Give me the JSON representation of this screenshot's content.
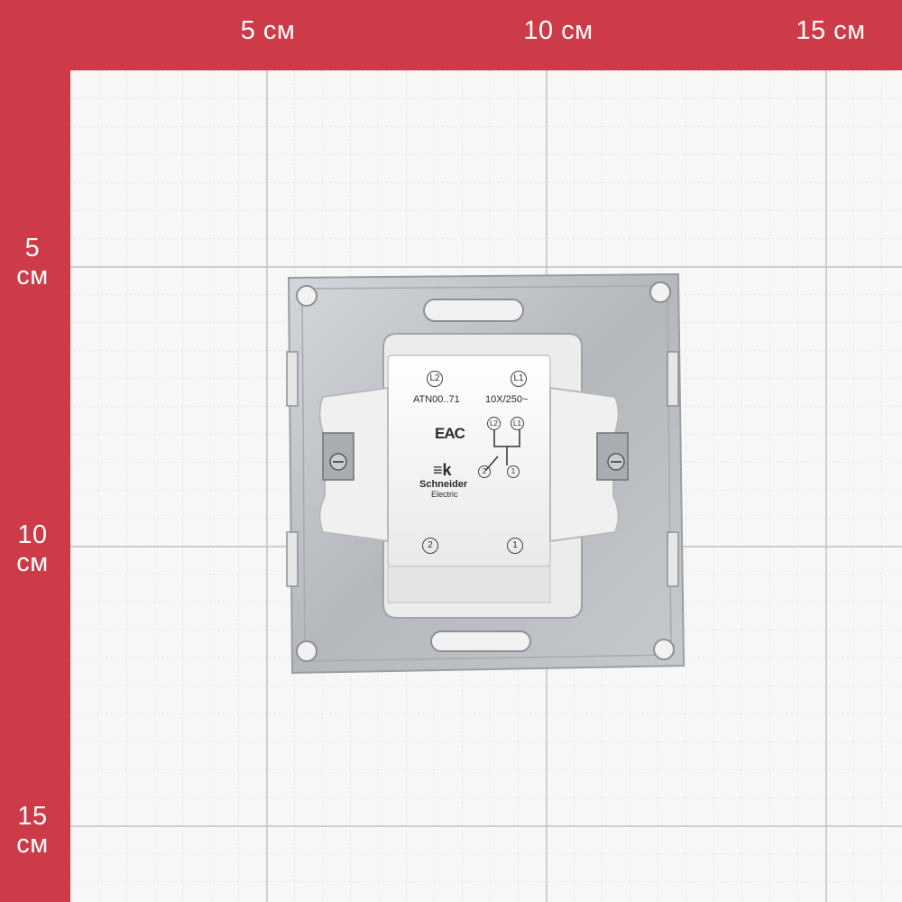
{
  "ruler": {
    "top_labels": [
      "5 см",
      "10 см",
      "15 см"
    ],
    "left_labels": [
      {
        "number": "5",
        "unit": "см"
      },
      {
        "number": "10",
        "unit": "см"
      },
      {
        "number": "15",
        "unit": "см"
      }
    ]
  },
  "product": {
    "model": "ATN00..71",
    "rating": "10X/250~",
    "certification_mark": "EAC",
    "brand": "Schneider",
    "brand_sub": "Electric",
    "terminals": {
      "top_left": "L2",
      "top_right": "L1",
      "bottom_left": "2",
      "bottom_right": "1"
    },
    "diagram_labels": {
      "l2": "L2",
      "l1": "L1",
      "t2": "2",
      "t1": "1"
    }
  },
  "colors": {
    "ruler": "#cc3b47",
    "grid_major": "#c9c9c9",
    "grid_minor": "#dcdcdc",
    "metal_plate": "#b9bcc0",
    "switch_body": "#f5f5f5"
  }
}
